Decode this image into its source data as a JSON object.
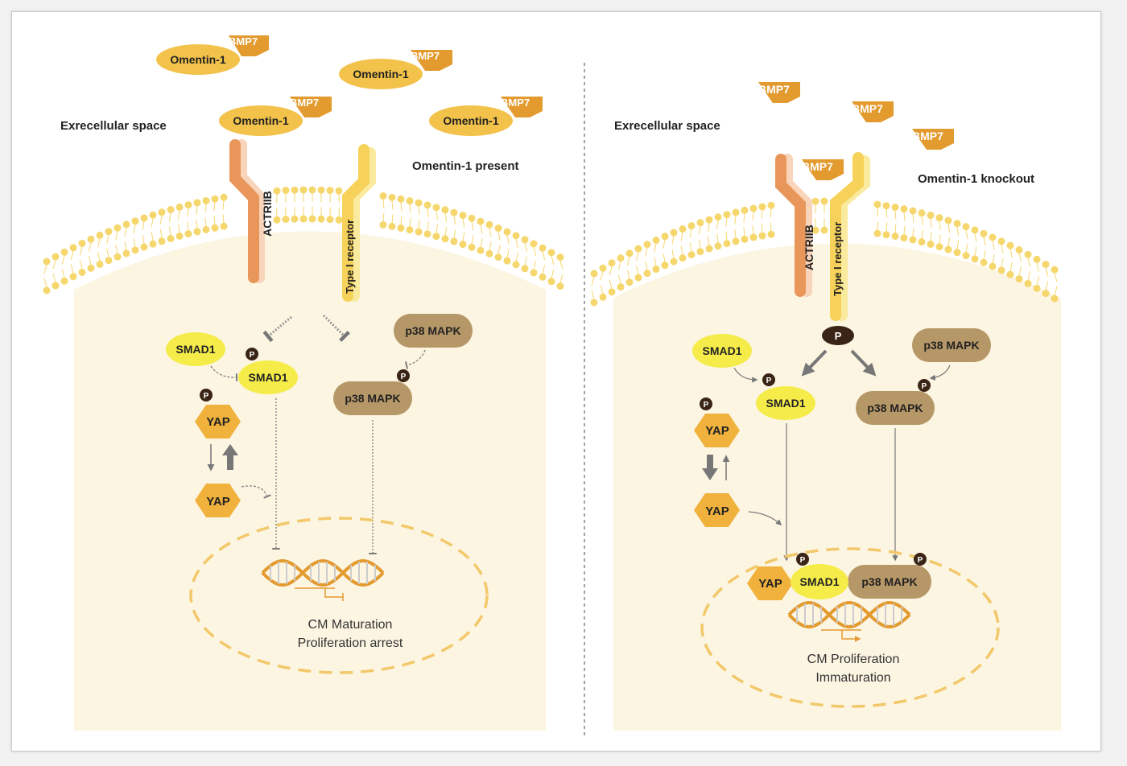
{
  "colors": {
    "cytoplasm": "#fcf5e2",
    "membrane": "#f5d76e",
    "omentin": "#f2c24a",
    "bmp7": "#e39a2e",
    "actriib": "#e9965a",
    "type1": "#f6d25a",
    "smad1": "#f5ec4a",
    "p38": "#b69767",
    "yap": "#f0b23c",
    "phospho": "#3a2415",
    "nucleus": "#f2c86a",
    "arrow": "#777777"
  },
  "left": {
    "extracellular_label": "Exrecellular space",
    "condition_label": "Omentin-1 present",
    "omentin_label": "Omentin-1",
    "bmp7_label": "BMP7",
    "actriib_label": "ACTRIIB",
    "type1_label": "Type I receptor",
    "smad1_free": "SMAD1",
    "smad1_phos": "SMAD1",
    "p38_free": "p38 MAPK",
    "p38_phos": "p38 MAPK",
    "yap_phos": "YAP",
    "yap_free": "YAP",
    "phospho_label": "P",
    "outcome_line1": "CM Maturation",
    "outcome_line2": "Proliferation arrest"
  },
  "right": {
    "extracellular_label": "Exrecellular space",
    "condition_label": "Omentin-1 knockout",
    "bmp7_label": "BMP7",
    "actriib_label": "ACTRIIB",
    "type1_label": "Type I receptor",
    "smad1_free": "SMAD1",
    "smad1_phos": "SMAD1",
    "p38_free": "p38 MAPK",
    "p38_phos": "p38 MAPK",
    "yap_phos": "YAP",
    "yap_free": "YAP",
    "nuc_yap": "YAP",
    "nuc_smad1": "SMAD1",
    "nuc_p38": "p38 MAPK",
    "phospho_label": "P",
    "outcome_line1": "CM Proliferation",
    "outcome_line2": "Immaturation"
  }
}
